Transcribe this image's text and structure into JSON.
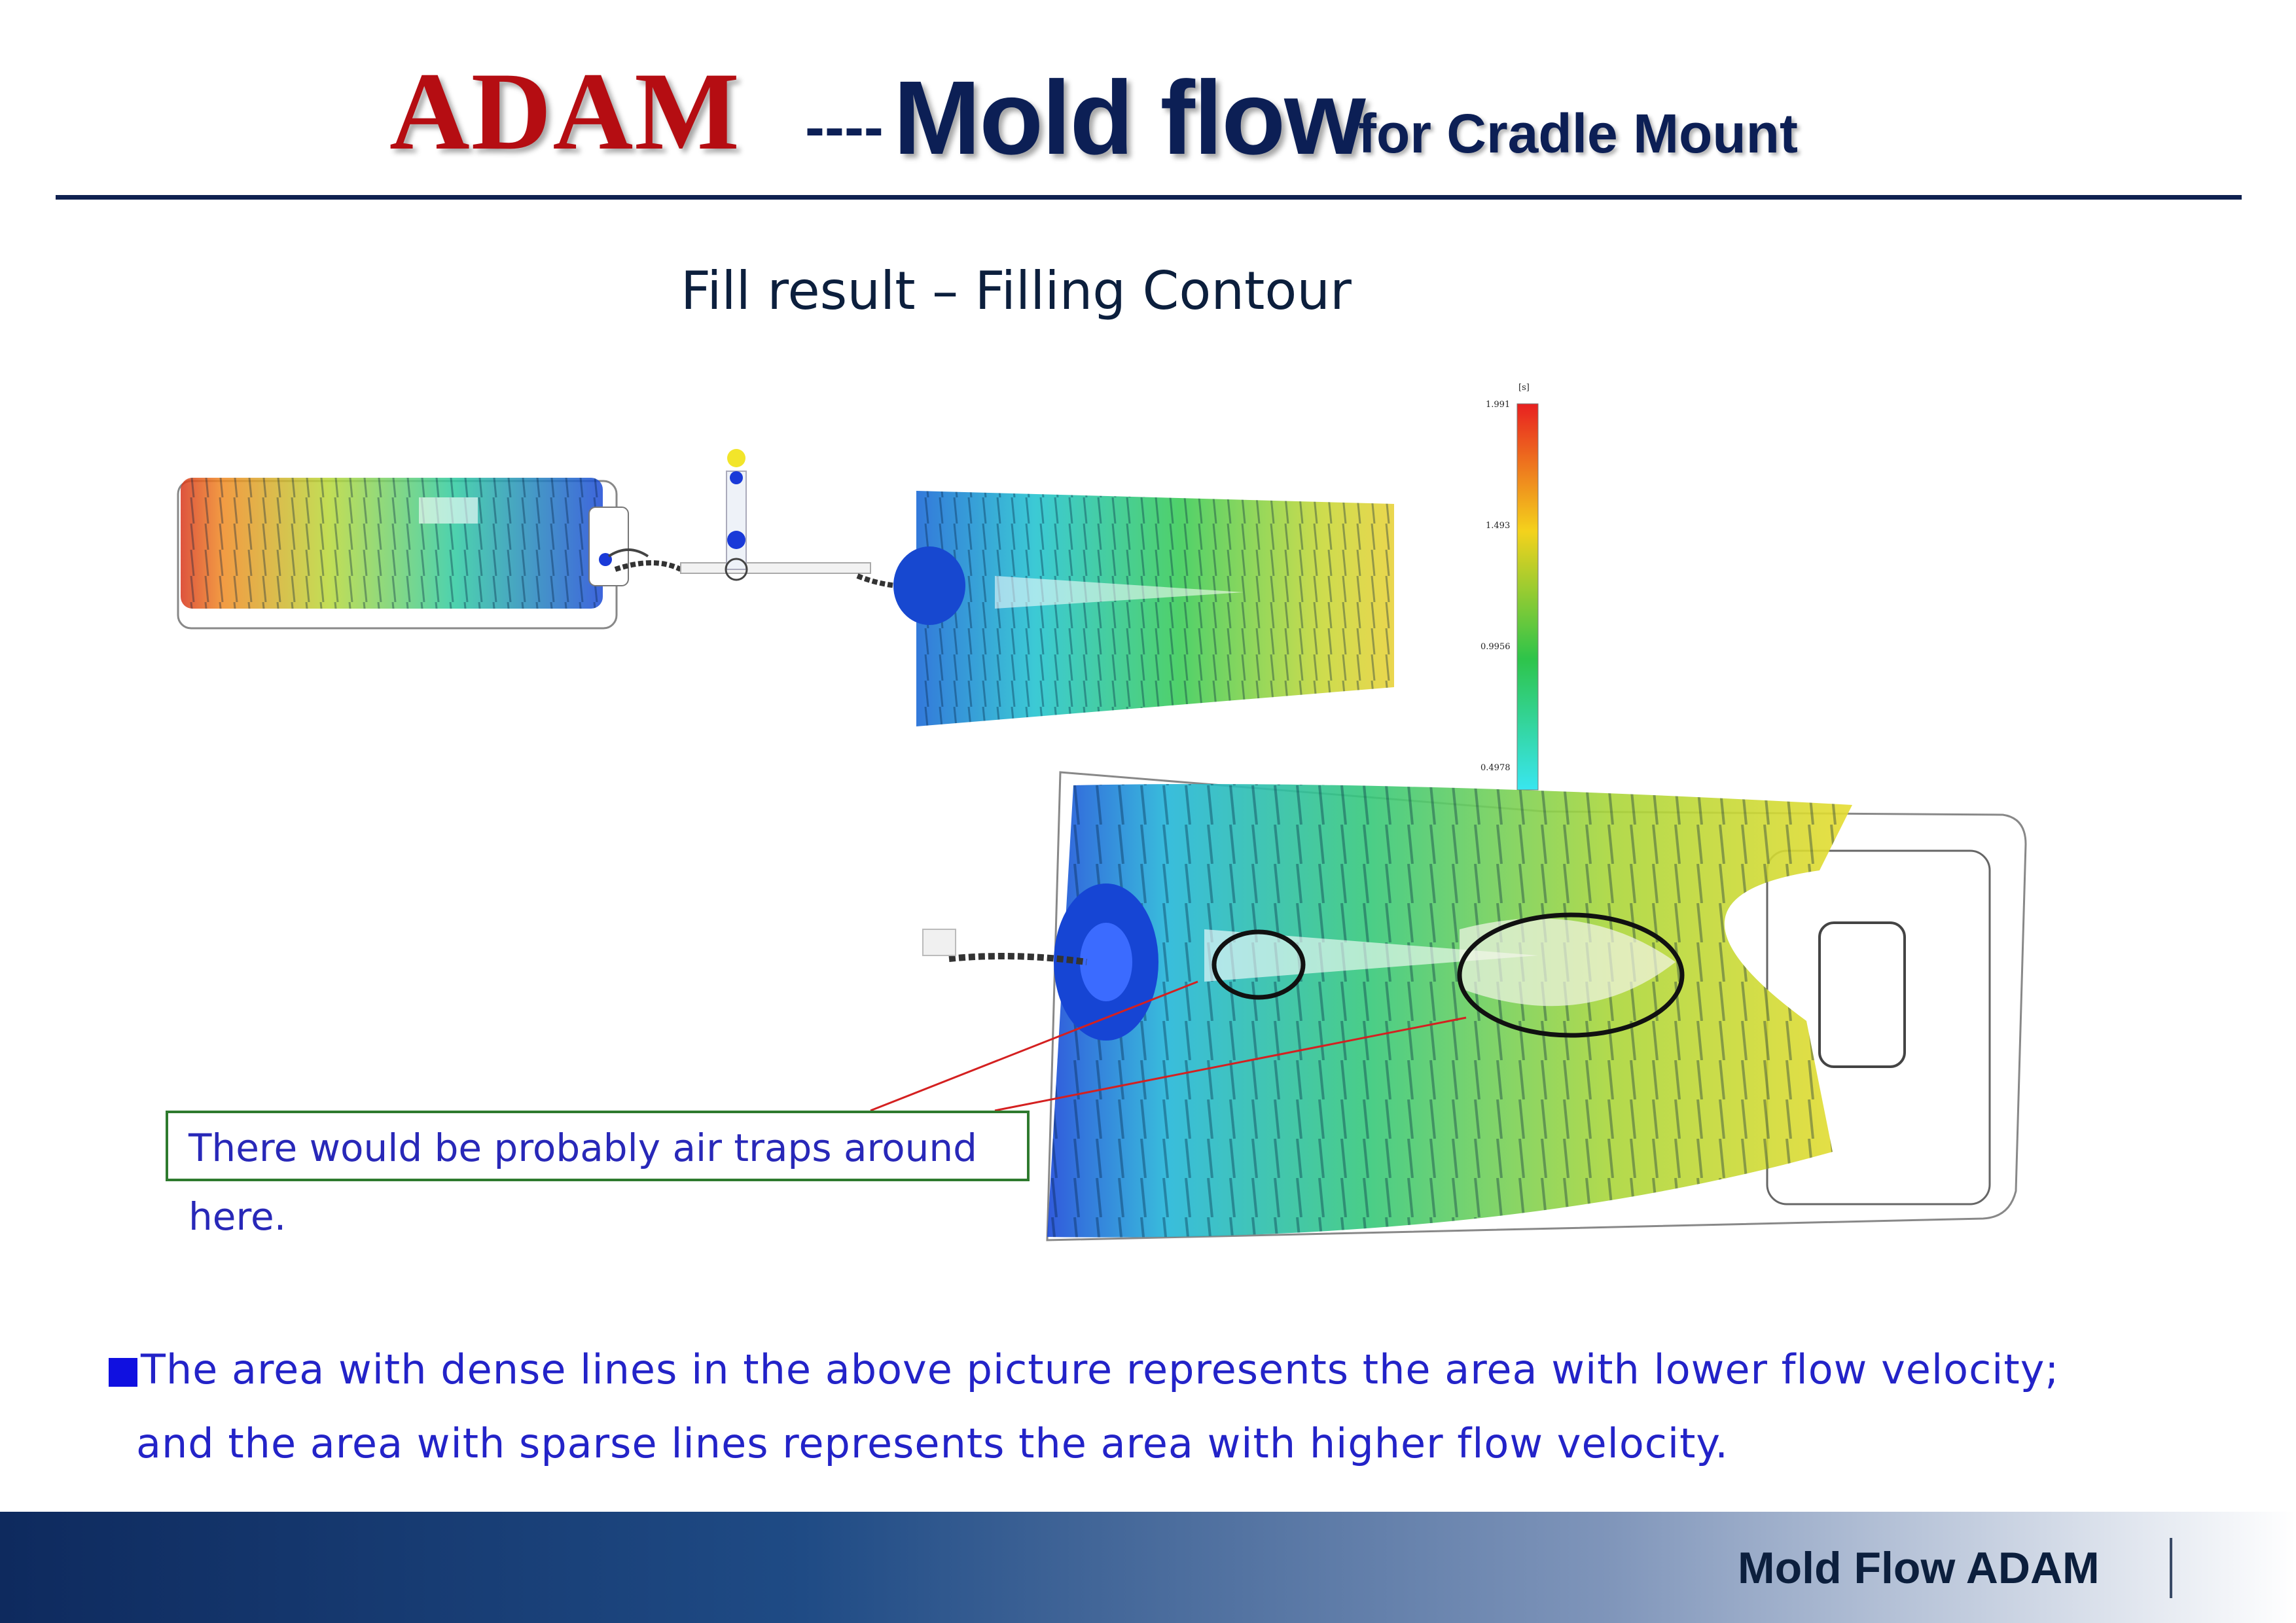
{
  "header": {
    "brand": "ADAM",
    "dashes": "----",
    "title": "Mold flow",
    "subtitle": "for Cradle Mount",
    "brand_color": "#b50d12",
    "title_color": "#0c1f55"
  },
  "section_title": "Fill result – Filling Contour",
  "color_scale": {
    "unit": "[s]",
    "ticks": [
      "1.991",
      "1.493",
      "0.9956",
      "0.4978"
    ],
    "gradient": [
      "#e82020",
      "#f4d21c",
      "#2ec44a",
      "#39e6f0"
    ]
  },
  "callout": {
    "line1": "There would be probably air traps around",
    "line2": "here."
  },
  "note": {
    "line1": "The area with dense lines in the above picture represents the area with lower flow velocity;",
    "line2": "and the area with sparse lines represents the area with higher flow velocity."
  },
  "footer": {
    "label": "Mold Flow ADAM"
  }
}
